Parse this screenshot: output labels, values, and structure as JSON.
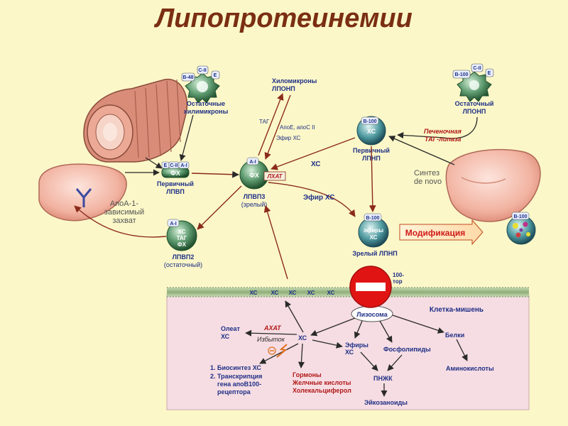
{
  "title": "Липопротеинемии",
  "colors": {
    "background": "#fbf7c8",
    "title": "#7a2e12",
    "arrow": "#8b2a1a",
    "text_blue": "#1e2f86",
    "text_red": "#b01818",
    "cell": "#f6dde3",
    "membrane": "#9ec08a"
  },
  "particles": {
    "remnant_chylo": {
      "labels": [
        "B-48",
        "C-II",
        "E"
      ],
      "caption": [
        "Остаточные",
        "хилимикроны"
      ]
    },
    "primary_hdl": {
      "labels": [
        "E",
        "C-II",
        "A-I"
      ],
      "core": "ФХ",
      "caption": [
        "Первичный",
        "ЛПВП"
      ]
    },
    "hdl3": {
      "labels": [
        "A-I"
      ],
      "core": "ФХ",
      "enzyme": "ЛХАТ",
      "caption": [
        "ЛПВП3",
        "(зрелый)"
      ]
    },
    "hdl2": {
      "labels": [
        "A-I"
      ],
      "core": [
        "ХС",
        "ТАГ",
        "ФХ"
      ],
      "caption": [
        "ЛПВП2",
        "(остаточный)"
      ]
    },
    "primary_ldl": {
      "labels": [
        "B-100"
      ],
      "core": "ХС",
      "caption": [
        "Первичный",
        "ЛПНП"
      ]
    },
    "mature_ldl": {
      "labels": [
        "B-100"
      ],
      "core": [
        "эфиры",
        "ХС"
      ],
      "caption": [
        "Зрелый ЛПНП"
      ]
    },
    "remnant_vldl": {
      "labels": [
        "B-100",
        "C-II",
        "E"
      ],
      "caption": [
        "Остаточный",
        "ЛПОНП"
      ]
    },
    "modified_ldl": {
      "labels": [
        "B-100"
      ]
    }
  },
  "labels": {
    "chylo_vldl": [
      "Хиломикроны",
      "ЛПОНП"
    ],
    "tag": "ТАГ",
    "apoe_apoc": "АпоЕ, апоС II",
    "ester_xc_small": "Эфир ХС",
    "xc": "ХС",
    "ester_xc": "Эфир ХС",
    "hepatic_lipase": [
      "Печеночная",
      "ТАГ-липаза"
    ],
    "synthesis": [
      "Синтез",
      "de novo"
    ],
    "apoa_uptake": [
      "АпоА-1-",
      "зависимый",
      "захват"
    ],
    "modification": "Модификация",
    "receptor_partial": [
      "100-",
      "тор"
    ]
  },
  "cell": {
    "membrane_labels": [
      "ХС",
      "ХС",
      "ХС",
      "ХС",
      "ХС"
    ],
    "title": "Клетка-мишень",
    "lysosome": "Лизосома",
    "oleate": [
      "Олеат",
      "ХС"
    ],
    "acat": "АХАТ",
    "excess": "Избыток",
    "xc": "ХС",
    "ester": [
      "Эфиры",
      "ХС"
    ],
    "phospholipids": "Фосфолипиды",
    "proteins": "Белки",
    "amino_acids": "Аминокислоты",
    "pufa": "ПНЖК",
    "eicosanoids": "Эйкозаноиды",
    "hormones": [
      "Гормоны",
      "Желчные кислоты",
      "Холекальциферол"
    ],
    "effects": [
      "1. Биосинтез ХС",
      "2. Транскрипция",
      "гена апоВ100-",
      "рецептора"
    ]
  }
}
